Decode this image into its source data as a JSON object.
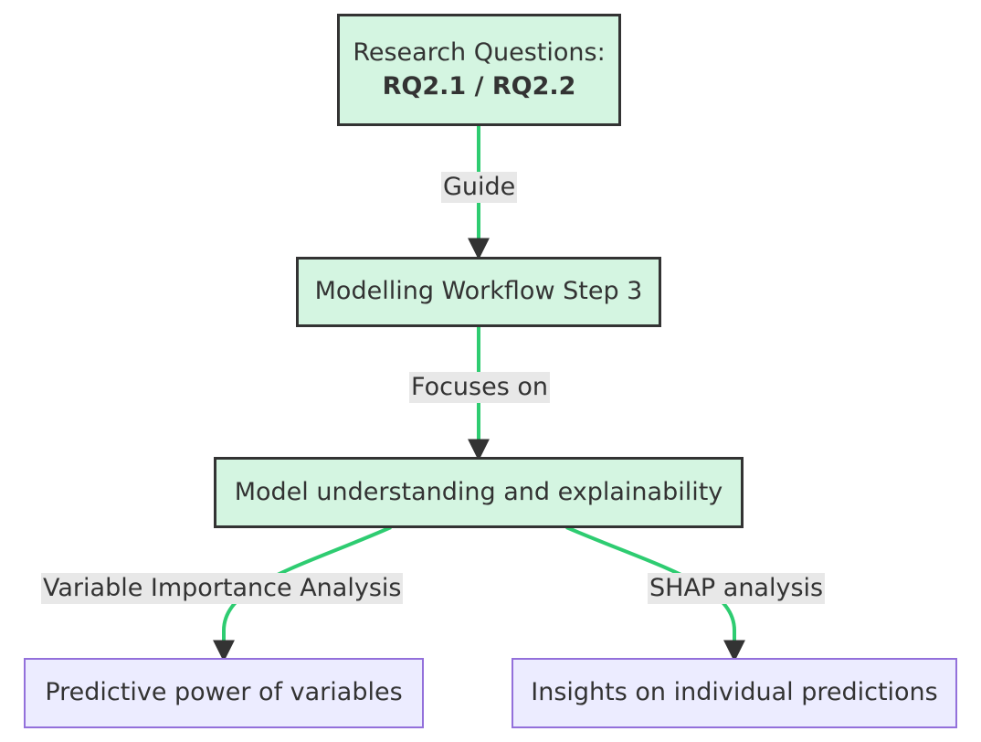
{
  "nodes": {
    "research": {
      "line1": "Research Questions:",
      "line2": "RQ2.1 / RQ2.2"
    },
    "workflow": {
      "label": "Modelling Workflow Step 3"
    },
    "understanding": {
      "label": "Model understanding and explainability"
    },
    "predictive": {
      "label": "Predictive power of variables"
    },
    "insights": {
      "label": "Insights on individual predictions"
    }
  },
  "edges": {
    "guide": "Guide",
    "focuses": "Focuses on",
    "variable_importance": "Variable Importance Analysis",
    "shap": "SHAP analysis"
  },
  "colors": {
    "edge": "#2ecc71",
    "main_fill": "#d4f5e1",
    "main_border": "#333333",
    "leaf_fill": "#ececff",
    "leaf_border": "#9370db",
    "label_bg": "#e8e8e8"
  }
}
